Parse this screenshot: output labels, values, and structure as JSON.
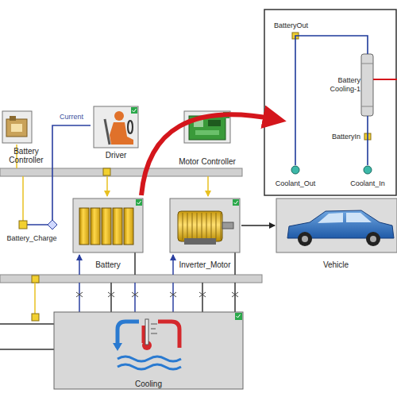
{
  "diagram": {
    "nodes": [
      {
        "text": [
          "Battery Controller"
        ]
      },
      {
        "text": [
          "Driver"
        ]
      },
      {
        "text": [
          "Motor Controller"
        ]
      },
      {
        "text": [
          "Battery Cooling-1"
        ]
      },
      {
        "text": [
          "Coolant_Out"
        ]
      },
      {
        "text": [
          "Coolant_In"
        ]
      },
      {
        "text": [
          "Battery_Charge"
        ]
      },
      {
        "text": [
          "Battery"
        ]
      },
      {
        "text": [
          "Inverter_Motor"
        ]
      },
      {
        "text": [
          "Vehicle"
        ]
      },
      {
        "text": [
          "Cooling"
        ]
      }
    ],
    "edges": [
      {
        "from": 1,
        "to": 6,
        "label": "Current",
        "arrow": "none"
      },
      {
        "from": 8,
        "to": 9,
        "arrow": "to"
      },
      {
        "from": 5,
        "to": 3,
        "arrow": "none"
      },
      {
        "from": 3,
        "to": 4,
        "arrow": "none"
      }
    ],
    "labels": [
      "BatteryOut",
      "BatteryIn"
    ]
  }
}
